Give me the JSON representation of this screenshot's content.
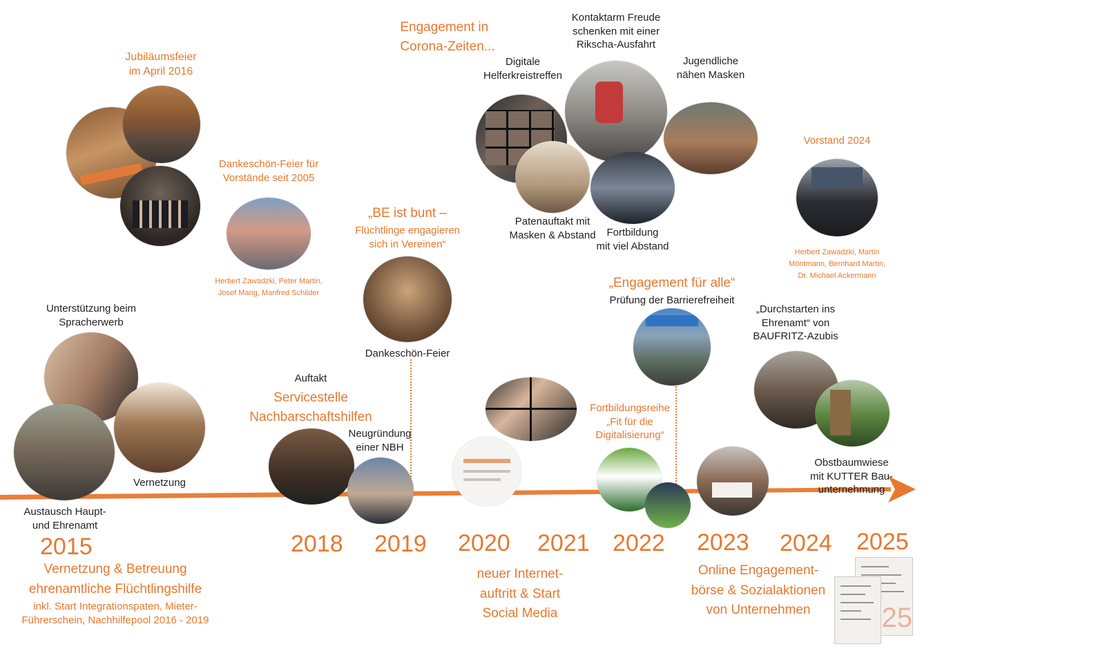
{
  "colors": {
    "accent": "#e8782e",
    "text": "#222222"
  },
  "years": [
    "2015",
    "2018",
    "2019",
    "2020",
    "2021",
    "2022",
    "2023",
    "2024",
    "2025"
  ],
  "labels": {
    "jubilaeum": "Jubiläumsfeier\nim April 2016",
    "dankeschoen_vorstaende": "Dankeschön-Feier für\nVorstände seit 2005",
    "caption_2016": "Herbert Zawadzki, Peter Martin,\nJosef Mang, Manfred Schilder",
    "corona": "Engagement in\nCorona-Zeiten...",
    "digitale": "Digitale\nHelferkreistreffen",
    "kontaktarm": "Kontaktarm Freude\nschenken mit einer\nRikscha-Ausfahrt",
    "jugendliche": "Jugendliche\nnähen Masken",
    "patenauftakt": "Patenauftakt mit\nMasken & Abstand",
    "fortbildung": "Fortbildung\nmit viel Abstand",
    "vorstand_2024": "Vorstand 2024",
    "caption_2024": "Herbert Zawadzki, Martin\nMöntmann, Bernhard Martin,\nDr. Michael Ackermann",
    "be_bunt_title": "„BE ist bunt –",
    "be_bunt_sub": "Flüchtlinge engagieren\nsich in Vereinen“",
    "dankeschoen_feier": "Dankeschön-Feier",
    "engagement_alle": "„Engagement für alle“",
    "barrierefreiheit": "Prüfung der Barrierefreiheit",
    "durchstarten": "„Durchstarten ins\nEhrenamt“ von\nBAUFRITZ-Azubis",
    "unterstuetzung": "Unterstützung beim\nSpracherwerb",
    "vernetzung": "Vernetzung",
    "austausch": "Austausch Haupt-\nund Ehrenamt",
    "auftakt": "Auftakt",
    "servicestelle": "Servicestelle\nNachbarschaftshilfen",
    "neugruendung": "Neugründung\neiner NBH",
    "fortbildungsreihe": "Fortbildungsreihe\n„Fit für die\nDigitalisierung“",
    "obstbaum": "Obstbaumwiese\nmit KUTTER Bau-\nunternehmung",
    "vernetzung_betreuung": "Vernetzung & Betreuung\nehrenamtliche Flüchtlingshilfe",
    "inkl": "inkl. Start Integrationspaten, Mieter-\nFührerschein, Nachhilfepool 2016 - 2019",
    "internet": "neuer Internet-\nauftritt & Start\nSocial Media",
    "online": "Online Engagement-\nbörse & Sozialaktionen\nvon Unternehmen"
  },
  "badge_2025": "2025"
}
